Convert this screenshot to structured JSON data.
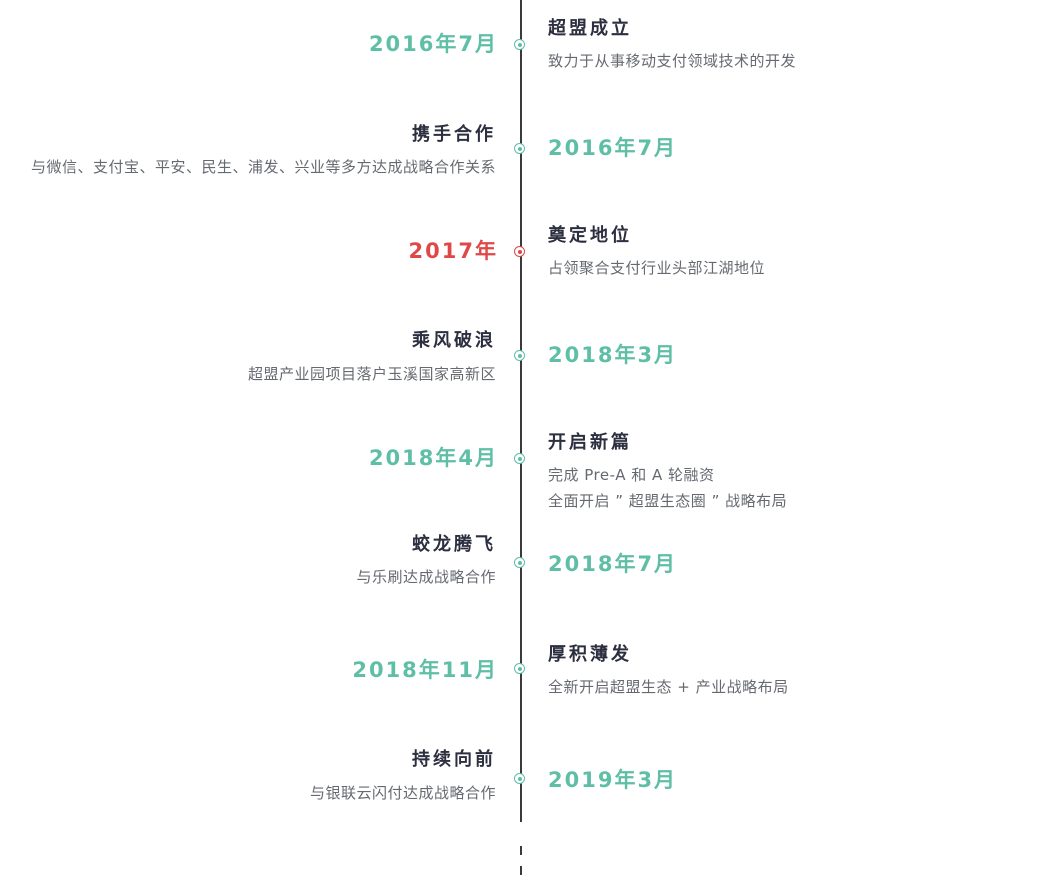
{
  "timeline": [
    {
      "date": "2016年7月",
      "title": "超盟成立",
      "desc": [
        "致力于从事移动支付领域技术的开发"
      ]
    },
    {
      "date": "2016年7月",
      "title": "携手合作",
      "desc": [
        "与微信、支付宝、平安、民生、浦发、兴业等多方达成战略合作关系"
      ]
    },
    {
      "date": "2017年",
      "title": "奠定地位",
      "desc": [
        "占领聚合支付行业头部江湖地位"
      ]
    },
    {
      "date": "2018年3月",
      "title": "乘风破浪",
      "desc": [
        "超盟产业园项目落户玉溪国家高新区"
      ]
    },
    {
      "date": "2018年4月",
      "title": "开启新篇",
      "desc": [
        "完成 Pre-A 和 A 轮融资",
        "全面开启 ” 超盟生态圈 ” 战略布局"
      ]
    },
    {
      "date": "2018年7月",
      "title": "蛟龙腾飞",
      "desc": [
        "与乐刷达成战略合作"
      ]
    },
    {
      "date": "2018年11月",
      "title": "厚积薄发",
      "desc": [
        "全新开启超盟生态 + 产业战略布局"
      ]
    },
    {
      "date": "2019年3月",
      "title": "持续向前",
      "desc": [
        "与银联云闪付达成战略合作"
      ]
    }
  ],
  "colors": {
    "accent": "#5fbfa6",
    "highlight": "#e04848",
    "title": "#2c2f3f",
    "text": "#666a70"
  }
}
